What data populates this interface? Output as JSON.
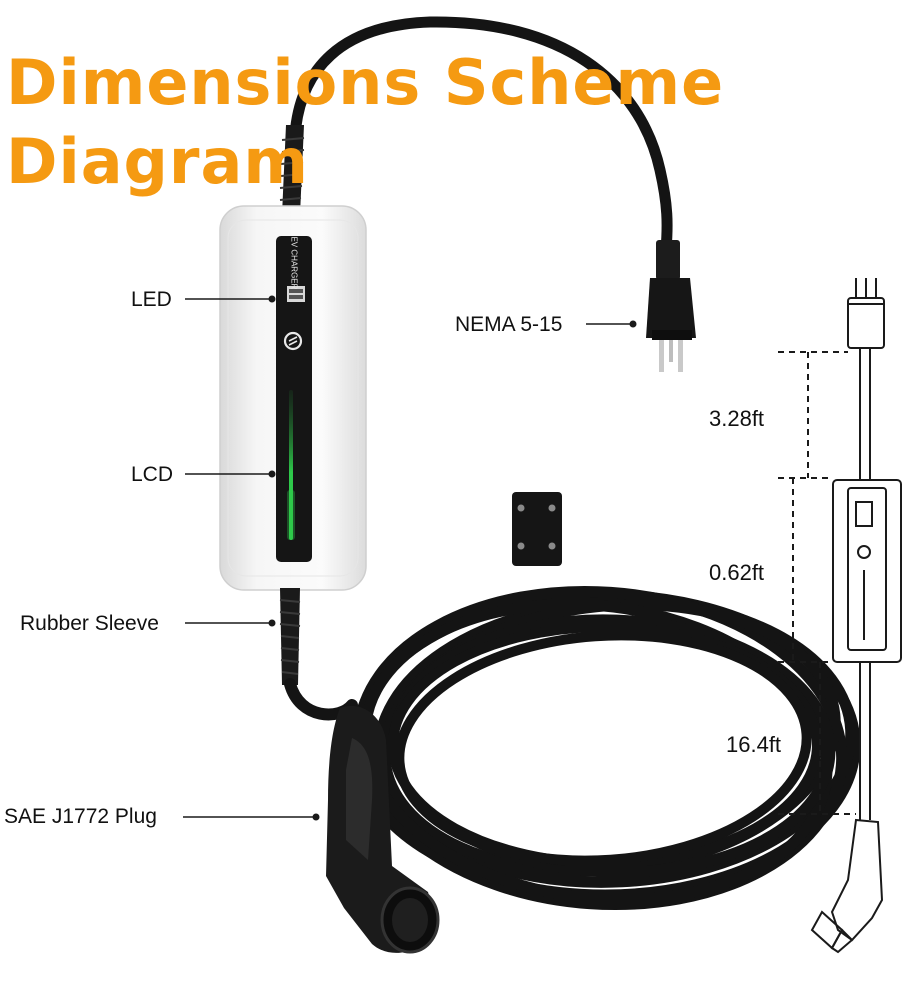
{
  "title": {
    "line1": "Dimensions Scheme",
    "line2": "Diagram"
  },
  "device": {
    "screen_text": "EV CHARGER"
  },
  "labels": {
    "led": "LED",
    "lcd": "LCD",
    "rubber_sleeve": "Rubber Sleeve",
    "j1772": "SAE J1772 Plug",
    "nema": "NEMA 5-15"
  },
  "dimensions": {
    "d1": "3.28ft",
    "d2": "0.62ft",
    "d3": "16.4ft"
  },
  "colors": {
    "title": "#f59a12",
    "lcd_glow": "#2ec94a",
    "cable": "#141414",
    "body": "#f4f4f4"
  }
}
